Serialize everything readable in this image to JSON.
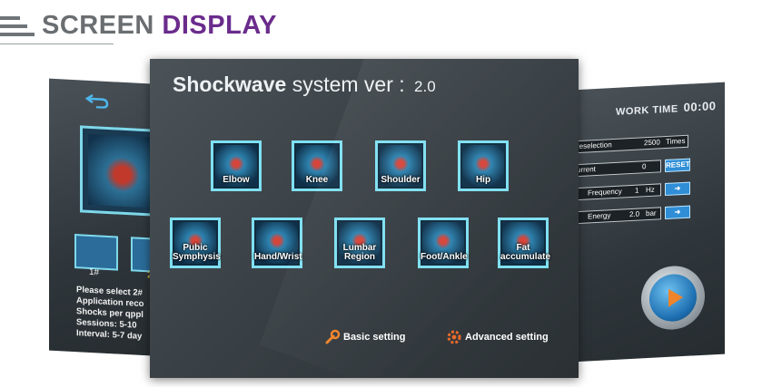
{
  "header": {
    "word1": "SCREEN",
    "word2": "DISPLAY"
  },
  "left_panel": {
    "thumb1_label": "1#",
    "thumb2_label": "2",
    "info_lines": [
      "Please select 2#",
      "Application reco",
      "Shocks per qppl",
      "Sessions:  5-10",
      "Interval: 5-7 day"
    ]
  },
  "main": {
    "title_brand": "Shockwave",
    "title_rest": "system ver :",
    "version": "2.0",
    "tiles": [
      {
        "label": "Elbow"
      },
      {
        "label": "Knee"
      },
      {
        "label": "Shoulder"
      },
      {
        "label": "Hip"
      },
      {
        "label": "Pubic Symphysis"
      },
      {
        "label": "Hand/Wrist"
      },
      {
        "label": "Lumbar Region"
      },
      {
        "label": "Foot/Ankle"
      },
      {
        "label": "Fat accumulate"
      }
    ],
    "basic_setting": "Basic setting",
    "advanced_setting": "Advanced setting",
    "icons": {
      "basic": "wrench-icon",
      "advanced": "gear-icon"
    }
  },
  "right_panel": {
    "worktime_label": "WORK TIME",
    "worktime_value": "00:00",
    "rows": [
      {
        "label": "reselection",
        "value": "2500",
        "unit": "Times"
      },
      {
        "label": "urrent",
        "value": "0",
        "button": "RESET"
      },
      {
        "label": "Frequency",
        "value": "1",
        "unit": "Hz"
      },
      {
        "label": "Energy",
        "value": "2.0",
        "unit": "bar"
      }
    ]
  },
  "colors": {
    "accent": "#6a2c8c",
    "tile_border": "#7fe0f2",
    "button_blue": "#2f8ed6"
  }
}
